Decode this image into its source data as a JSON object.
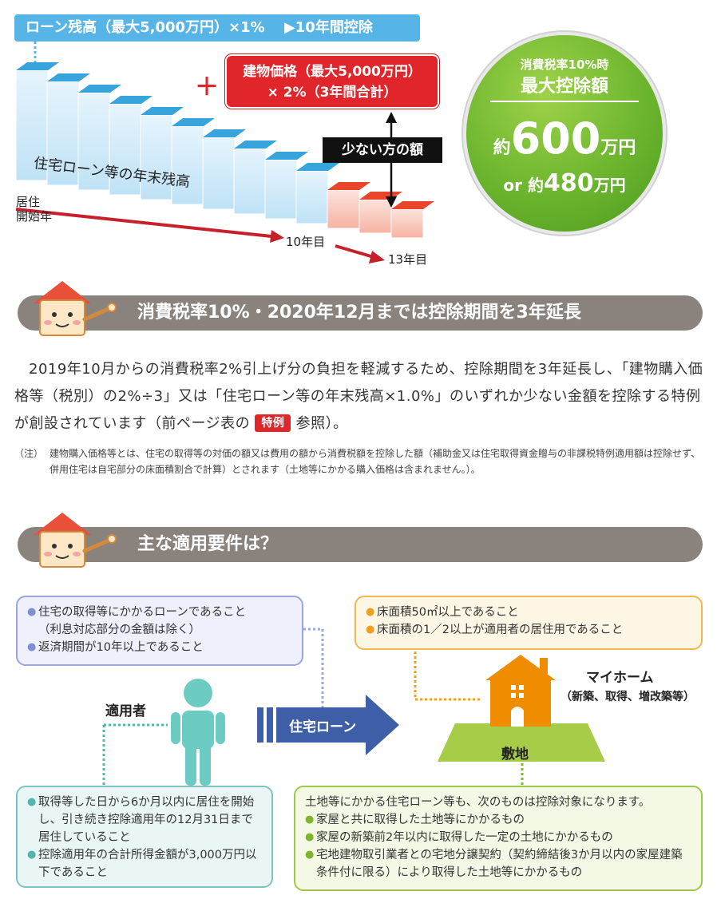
{
  "top": {
    "banner": "ローン残高（最大5,000万円）×1%　 ▶10年間控除",
    "plus": "＋",
    "red_line1": "建物価格（最大5,000万円）",
    "red_line2": "× 2%（3年間合計）",
    "less_amount": "少ない方の額",
    "stair_label": "住宅ローン等の年末残高",
    "live_start_1": "居住",
    "live_start_2": "開始年",
    "year10": "10年目",
    "year13": "13年目"
  },
  "circle": {
    "line1": "消費税率10%時",
    "line2": "最大控除額",
    "about": "約",
    "amount1": "600",
    "unit": "万円",
    "or": "or",
    "about2": "約",
    "amount2": "480",
    "unit2": "万円"
  },
  "section1": {
    "title": "消費税率10%・2020年12月までは控除期間を3年延長",
    "para_a": "2019年10月からの消費税率2%引上げ分の負担を軽減するため、控除期間を3年延長し、「建物購入価格等（税別）の2%÷3」又は「住宅ローン等の年末残高×1.0%」のいずれか少ない金額を控除する特例が創設されています（前ページ表の",
    "tokurei": "特例",
    "para_b": "参照）。",
    "note_label": "（注）",
    "note_text": "建物購入価格等とは、住宅の取得等の対価の額又は費用の額から消費税額を控除した額（補助金又は住宅取得資金贈与の非課税特例適用額は控除せず、併用住宅は自宅部分の床面積割合で計算）とされます（土地等にかかる購入価格は含まれません。）。"
  },
  "section2": {
    "title": "主な適用要件は？",
    "loan_box": {
      "item1": "住宅の取得等にかかるローンであること",
      "item1_sub": "（利息対応部分の金額は除く）",
      "item2": "返済期間が10年以上であること"
    },
    "home_box": {
      "item1": "床面積50㎡以上であること",
      "item2": "床面積の1／2以上が適用者の居住用であること"
    },
    "applicant_label": "適用者",
    "loan_arrow": "住宅ローン",
    "myhome_label": "マイホーム",
    "myhome_sub": "（新築、取得、増改築等）",
    "land_label": "敷地",
    "person_box": {
      "item1": "取得等した日から6か月以内に居住を開始し、引き続き控除適用年の12月31日まで居住していること",
      "item2": "控除適用年の合計所得金額が3,000万円以下であること"
    },
    "land_box": {
      "intro": "土地等にかかる住宅ローン等も、次のものは控除対象になります。",
      "item1": "家屋と共に取得した土地等にかかるもの",
      "item2": "家屋の新築前2年以内に取得した一定の土地にかかるもの",
      "item3": "宅地建物取引業者との宅地分譲契約（契約締結後3か月以内の家屋建築条件付に限る）により取得した土地等にかかるもの"
    }
  },
  "colors": {
    "banner_blue": "#56b5e6",
    "red": "#e0262a",
    "green": "#6cb52e",
    "section_gray": "#8a827c",
    "house_orange": "#f08c00"
  }
}
